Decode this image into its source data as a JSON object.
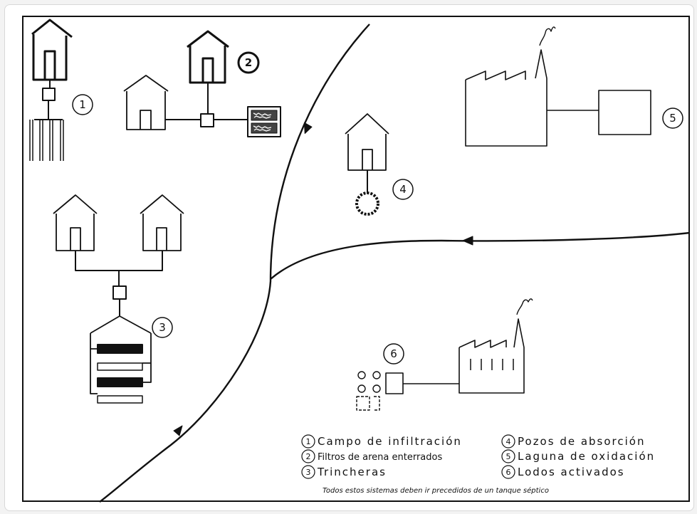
{
  "markers": [
    "1",
    "2",
    "3",
    "4",
    "5",
    "6"
  ],
  "legend": [
    {
      "num": "1",
      "text": "Campo de infiltración"
    },
    {
      "num": "2",
      "text": "Filtros de arena enterrados"
    },
    {
      "num": "3",
      "text": "Trincheras"
    },
    {
      "num": "4",
      "text": "Pozos de absorción"
    },
    {
      "num": "5",
      "text": "Laguna de oxidación"
    },
    {
      "num": "6",
      "text": "Lodos activados"
    }
  ],
  "footnote": "Todos estos sistemas deben ir precedidos de un tanque séptico"
}
